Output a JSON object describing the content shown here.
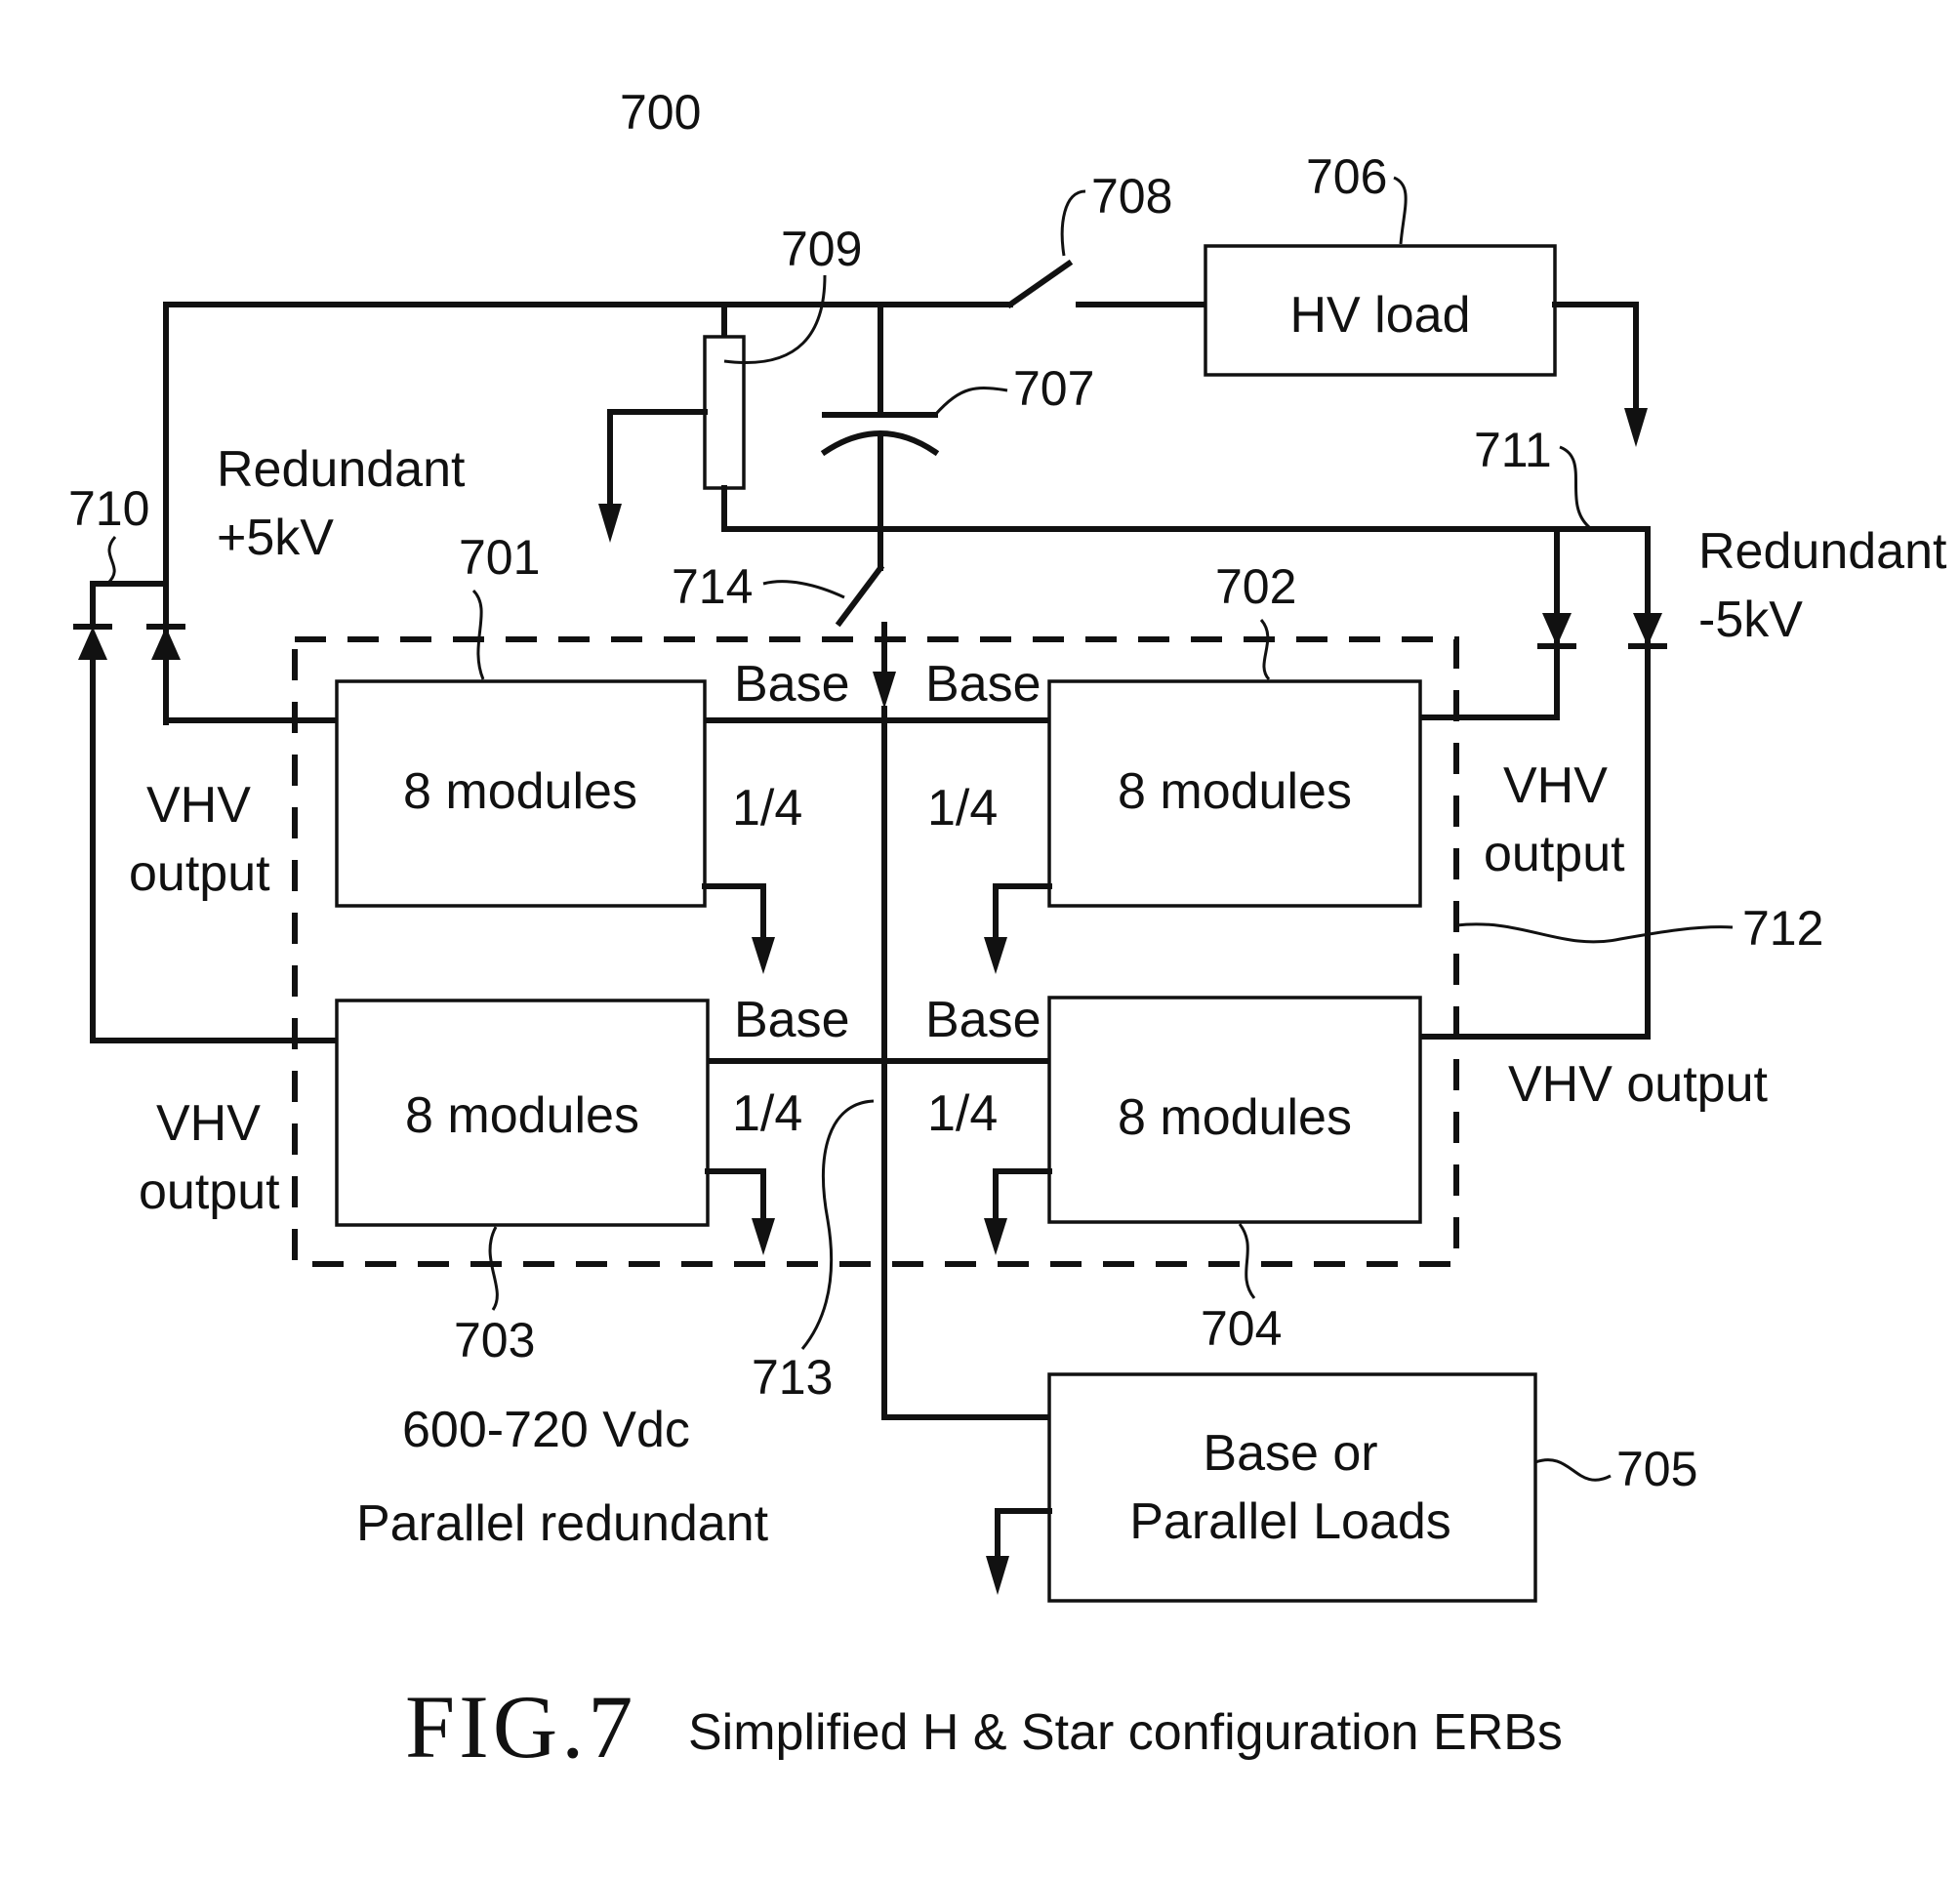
{
  "figure": {
    "number_label": "FIG.7",
    "caption": "Simplified H & Star configuration ERBs",
    "ref_main": "700"
  },
  "blocks": [
    {
      "id": "701",
      "label": "8 modules"
    },
    {
      "id": "702",
      "label": "8 modules"
    },
    {
      "id": "703",
      "label": "8 modules"
    },
    {
      "id": "704",
      "label": "8 modules"
    }
  ],
  "loads": {
    "hv_load": {
      "id": "706",
      "label": "HV load"
    },
    "base_loads": {
      "id": "705",
      "line1": "Base or",
      "line2": "Parallel Loads"
    }
  },
  "refs": {
    "switch": "708",
    "resistor": "709",
    "capacitor": "707",
    "diodes_left": "710",
    "diodes_right": "711",
    "enclosure": "712",
    "base_bus": "713",
    "switch_lower": "714"
  },
  "labels": {
    "redundant_pos_1": "Redundant",
    "redundant_pos_2": "+5kV",
    "redundant_neg_1": "Redundant",
    "redundant_neg_2": "-5kV",
    "vhv": "VHV",
    "output": "output",
    "vhv_output": "VHV output",
    "base": "Base",
    "quarter": "1/4",
    "voltage": "600-720 Vdc",
    "parallel": "Parallel redundant"
  }
}
